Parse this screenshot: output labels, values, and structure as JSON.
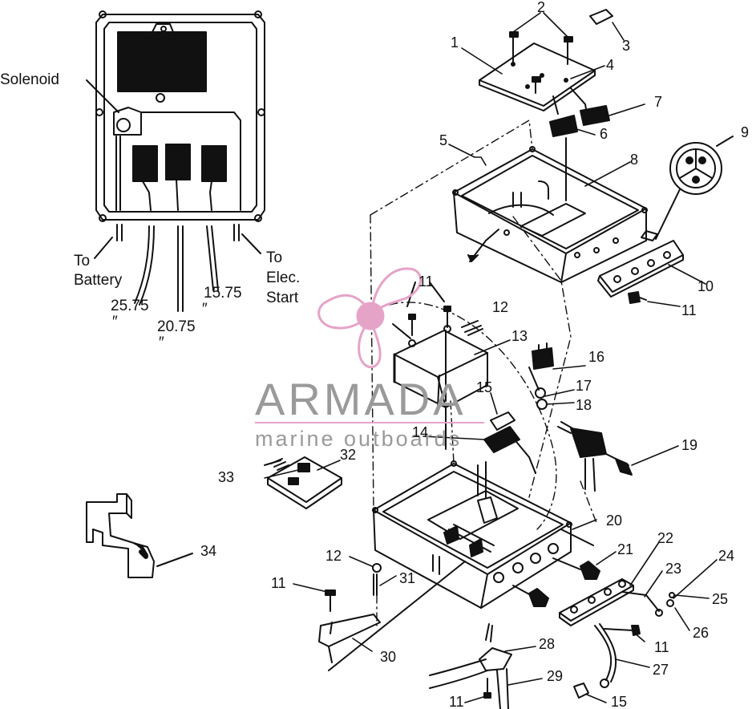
{
  "watermark": {
    "name": "ARMADA",
    "tagline": "marine outboards",
    "accent": "#e6a3c8"
  },
  "inset": {
    "solenoid": "Solenoid",
    "to_battery": [
      "To",
      "Battery"
    ],
    "to_elec_start": [
      "To",
      "Elec.",
      "Start"
    ],
    "len_a": "25.75",
    "len_b": "20.75",
    "len_c": "15.75",
    "inch_mark": "″"
  },
  "callouts": [
    "1",
    "2",
    "3",
    "4",
    "5",
    "6",
    "7",
    "8",
    "9",
    "10",
    "11",
    "11",
    "12",
    "13",
    "16",
    "17",
    "18",
    "15",
    "14",
    "19",
    "33",
    "32",
    "34",
    "20",
    "21",
    "22",
    "23",
    "24",
    "25",
    "26",
    "12",
    "31",
    "11",
    "11",
    "30",
    "28",
    "27",
    "29",
    "11",
    "15"
  ]
}
